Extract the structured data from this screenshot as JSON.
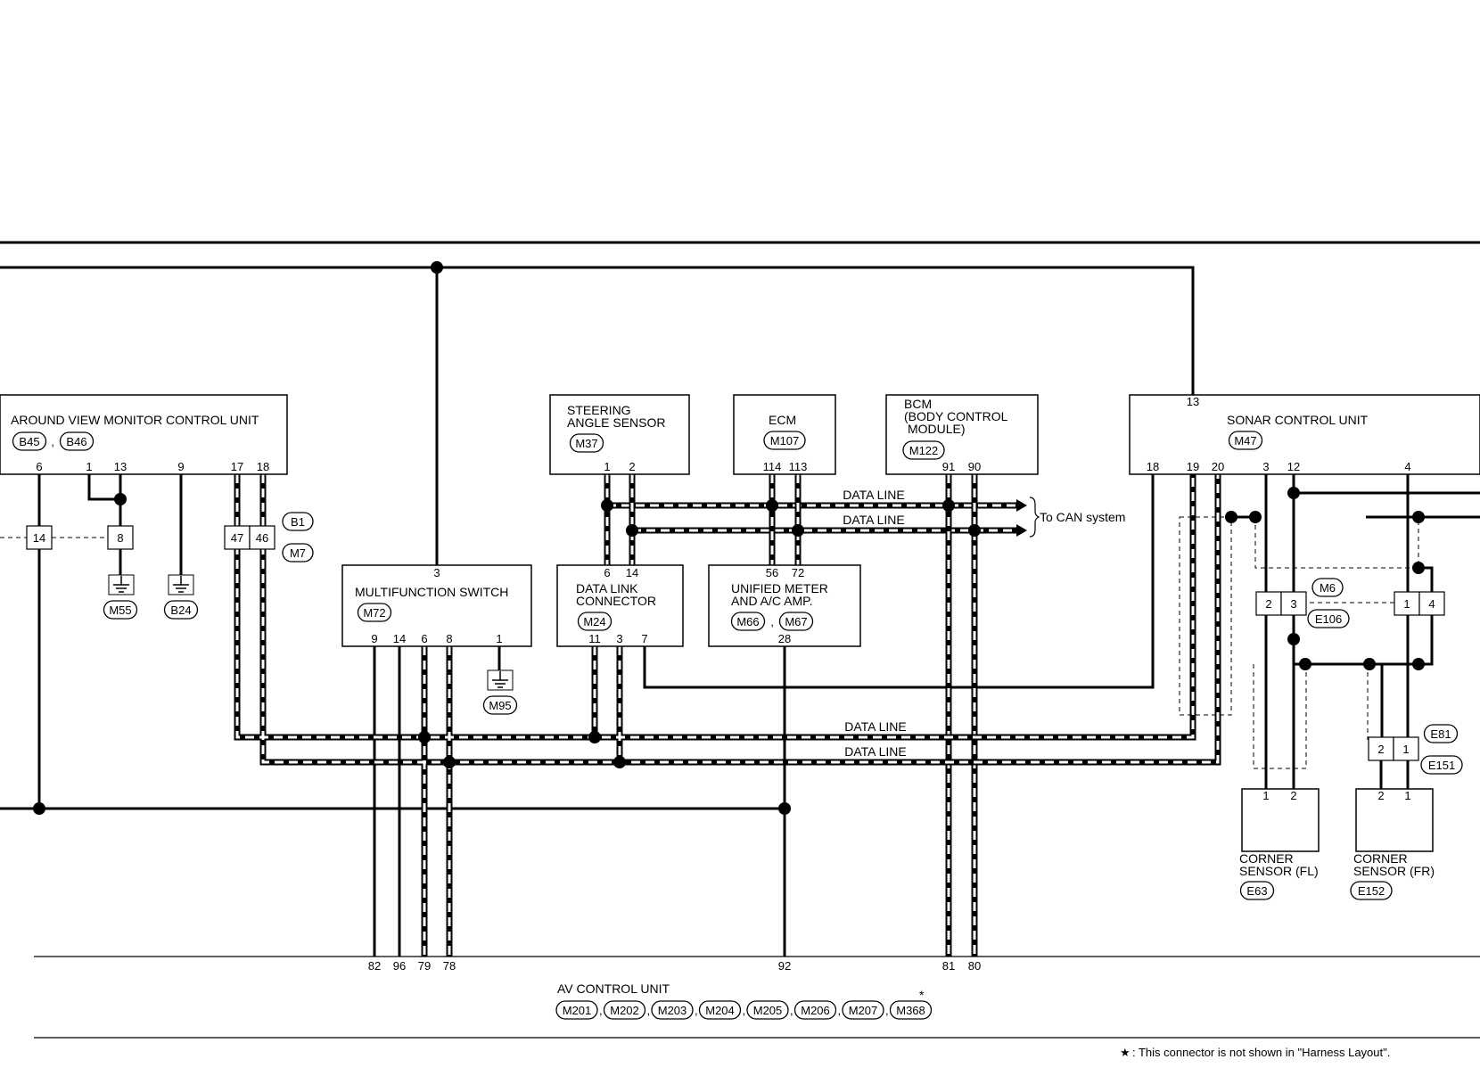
{
  "units": {
    "avm": {
      "name": "AROUND VIEW MONITOR CONTROL UNIT",
      "connectors": [
        "B45",
        "B46"
      ],
      "pins": [
        "6",
        "1",
        "13",
        "9",
        "17",
        "18"
      ]
    },
    "steering": {
      "name_lines": [
        "STEERING",
        "ANGLE SENSOR"
      ],
      "connector": "M37",
      "pins": [
        "1",
        "2"
      ]
    },
    "ecm": {
      "name": "ECM",
      "connector": "M107",
      "pins": [
        "114",
        "113"
      ]
    },
    "bcm": {
      "name_lines": [
        "BCM",
        "(BODY CONTROL",
        "MODULE)"
      ],
      "connector": "M122",
      "pins": [
        "91",
        "90"
      ]
    },
    "sonar": {
      "name": "SONAR CONTROL UNIT",
      "connector": "M47",
      "top_pin": "13",
      "pins": [
        "18",
        "19",
        "20",
        "3",
        "12",
        "4"
      ]
    },
    "multifunction": {
      "name": "MULTIFUNCTION SWITCH",
      "connector": "M72",
      "top_pin": "3",
      "pins": [
        "9",
        "14",
        "6",
        "8",
        "1"
      ]
    },
    "dlc": {
      "name_lines": [
        "DATA LINK",
        "CONNECTOR"
      ],
      "connector": "M24",
      "top_pins": [
        "6",
        "14"
      ],
      "pins": [
        "11",
        "3",
        "7"
      ]
    },
    "meter": {
      "name_lines": [
        "UNIFIED METER",
        "AND A/C AMP."
      ],
      "connectors": [
        "M66",
        "M67"
      ],
      "top_pins": [
        "56",
        "72"
      ],
      "pins": [
        "28"
      ]
    },
    "av": {
      "name": "AV CONTROL UNIT",
      "connectors": [
        "M201",
        "M202",
        "M203",
        "M204",
        "M205",
        "M206",
        "M207",
        "M368"
      ],
      "star": "*",
      "pins": [
        "82",
        "96",
        "79",
        "78",
        "92",
        "81",
        "80"
      ]
    },
    "corner_fl": {
      "name_lines": [
        "CORNER",
        "SENSOR (FL)"
      ],
      "connector": "E63",
      "pins": [
        "1",
        "2"
      ]
    },
    "corner_fr": {
      "name_lines": [
        "CORNER",
        "SENSOR (FR)"
      ],
      "connector": "E152",
      "pins": [
        "2",
        "1"
      ]
    }
  },
  "junctions": {
    "j14": "14",
    "j8": "8",
    "j47": "47",
    "j46": "46",
    "b1": "B1",
    "m7": "M7",
    "m6_pins": [
      "2",
      "3"
    ],
    "m6_pins_right": [
      "1",
      "4"
    ],
    "m6": "M6",
    "e106": "E106",
    "e81_pins": [
      "2",
      "1"
    ],
    "e81": "E81",
    "e151": "E151"
  },
  "grounds": [
    "M55",
    "B24",
    "M95"
  ],
  "labels": {
    "data_line": "DATA LINE",
    "to_can": "To CAN system",
    "footnote_star": "★",
    "footnote": ": This connector is not shown in \"Harness Layout\"."
  }
}
